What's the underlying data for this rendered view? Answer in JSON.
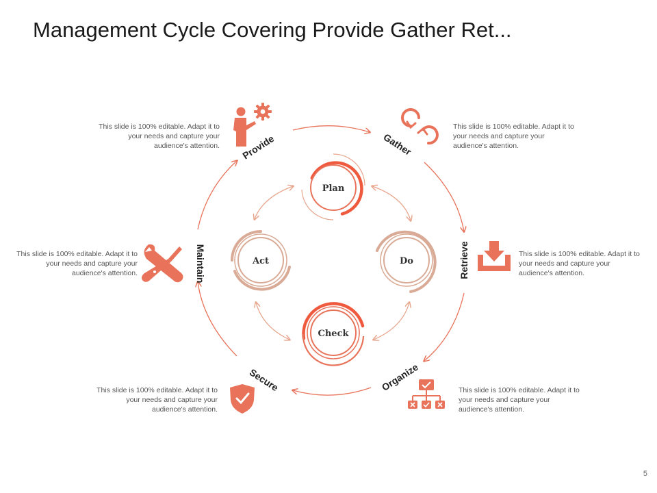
{
  "title": "Management Cycle Covering Provide Gather Ret...",
  "page_number": "5",
  "colors": {
    "accent": "#e8735a",
    "accent_light": "#e8a58d",
    "muted": "#d9ab96",
    "text": "#555555"
  },
  "stages": [
    {
      "label": "Provide",
      "icon": "presenter-gear-icon",
      "description": "This slide is 100% editable. Adapt it to your needs and capture your audience's attention."
    },
    {
      "label": "Gather",
      "icon": "link-arrows-icon",
      "description": "This slide is 100% editable. Adapt it to your needs and capture your audience's attention."
    },
    {
      "label": "Retrieve",
      "icon": "download-tray-icon",
      "description": "This slide is 100% editable. Adapt it to your needs and capture your audience's attention."
    },
    {
      "label": "Organize",
      "icon": "hierarchy-checklist-icon",
      "description": "This slide is 100% editable. Adapt it to your needs and capture your audience's attention."
    },
    {
      "label": "Secure",
      "icon": "shield-check-icon",
      "description": "This slide is 100% editable. Adapt it to your needs and capture your audience's attention."
    },
    {
      "label": "Maintain",
      "icon": "wrench-screwdriver-icon",
      "description": "This slide is 100% editable. Adapt it to your needs and capture your audience's attention."
    }
  ],
  "inner_cycle": [
    {
      "label": "Plan"
    },
    {
      "label": "Do"
    },
    {
      "label": "Check"
    },
    {
      "label": "Act"
    }
  ]
}
